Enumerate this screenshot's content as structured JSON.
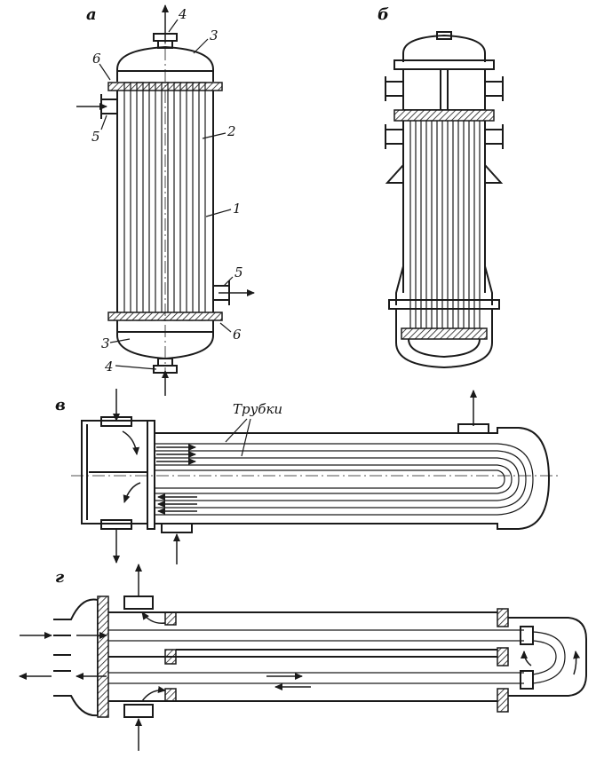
{
  "figure": {
    "panels": {
      "a": {
        "label": "а",
        "callouts": [
          "1",
          "2",
          "3",
          "3",
          "4",
          "4",
          "5",
          "5",
          "6",
          "6"
        ]
      },
      "b": {
        "label": "б"
      },
      "v": {
        "label": "в",
        "tubes_caption": "Трубки"
      },
      "g": {
        "label": "г"
      }
    }
  }
}
